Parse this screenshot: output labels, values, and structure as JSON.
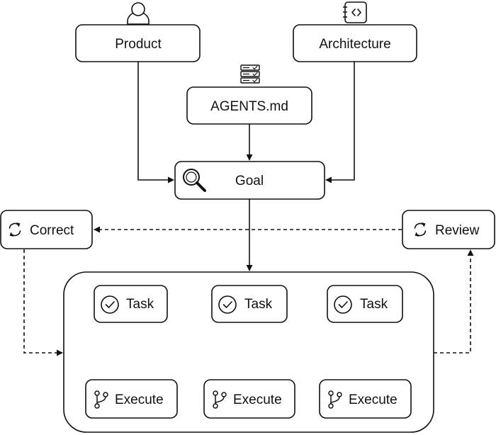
{
  "nodes": {
    "product": "Product",
    "architecture": "Architecture",
    "agents": "AGENTS.md",
    "goal": "Goal",
    "correct": "Correct",
    "review": "Review",
    "tasks": [
      "Task",
      "Task",
      "Task"
    ],
    "executes": [
      "Execute",
      "Execute",
      "Execute"
    ]
  },
  "icons": {
    "product": "user-icon",
    "architecture": "code-notebook-icon",
    "agents": "server-stack-icon",
    "goal": "magnifier-icon",
    "correct": "refresh-icon",
    "review": "refresh-icon",
    "task": "check-circle-icon",
    "execute": "git-branch-icon"
  }
}
